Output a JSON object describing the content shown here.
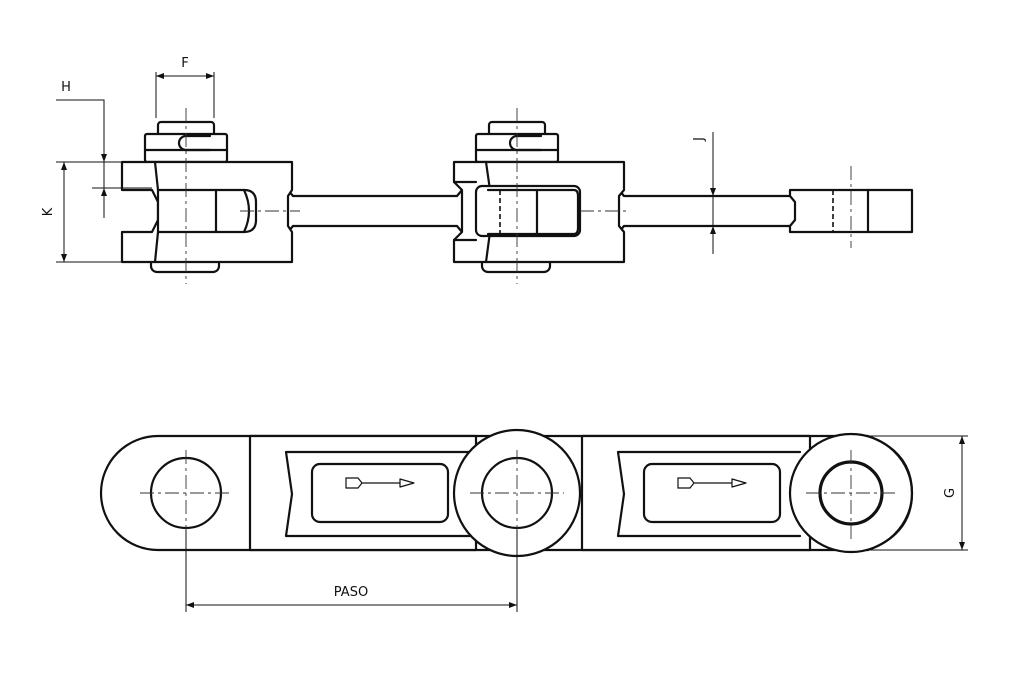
{
  "labels": {
    "F": "F",
    "H": "H",
    "K": "K",
    "J": "J",
    "G": "G",
    "paso": "PASO"
  }
}
